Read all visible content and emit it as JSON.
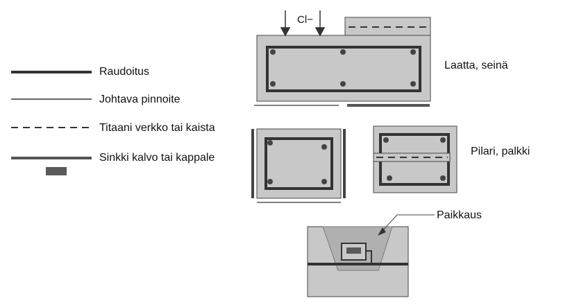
{
  "legend": {
    "reinforcement": "Raudoitus",
    "conductive_coating": "Johtava pinnoite",
    "titanium_mesh": "Titaani verkko tai kaista",
    "zinc": "Sinkki kalvo tai kappale"
  },
  "labels": {
    "chloride": "Cl−",
    "slab_wall": "Laatta, seinä",
    "column_beam": "Pilari, palkki",
    "patch": "Paikkaus"
  },
  "colors": {
    "concrete": "#c8c8c8",
    "patch_fill": "#b0b0b0",
    "line": "#333333",
    "zinc": "#5a5a5a"
  }
}
